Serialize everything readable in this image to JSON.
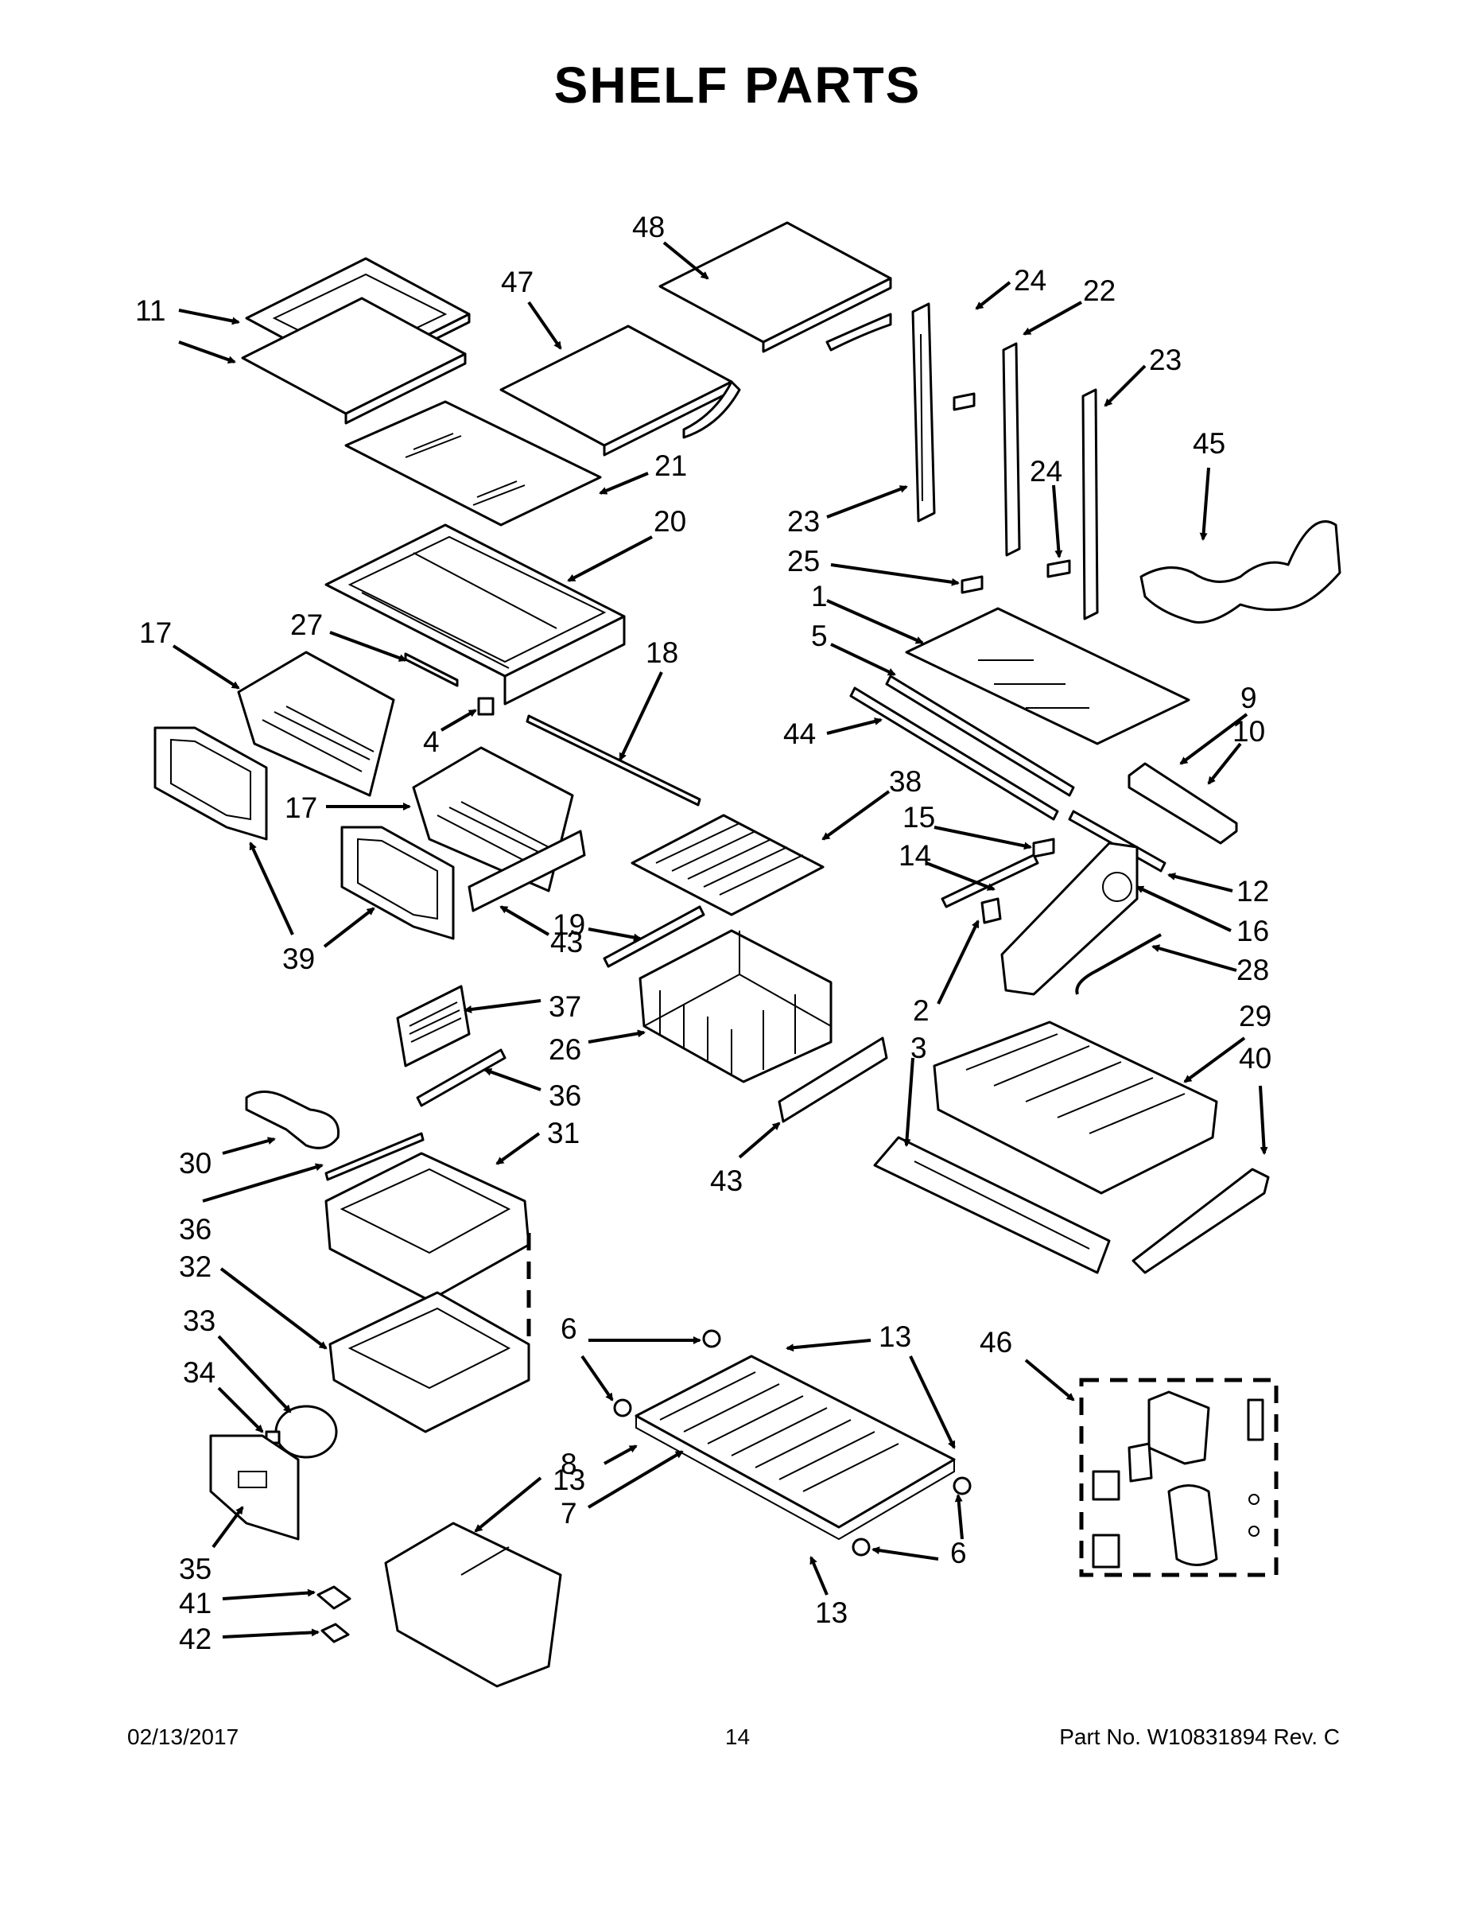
{
  "title": "SHELF PARTS",
  "callouts": {
    "c1": "1",
    "c2": "2",
    "c3": "3",
    "c4": "4",
    "c5": "5",
    "c6": "6",
    "c7": "7",
    "c8": "8",
    "c9": "9",
    "c10": "10",
    "c11": "11",
    "c12": "12",
    "c13": "13",
    "c14": "14",
    "c15": "15",
    "c16": "16",
    "c17": "17",
    "c18": "18",
    "c19": "19",
    "c20": "20",
    "c21": "21",
    "c22": "22",
    "c23": "23",
    "c24": "24",
    "c25": "25",
    "c26": "26",
    "c27": "27",
    "c28": "28",
    "c29": "29",
    "c30": "30",
    "c31": "31",
    "c32": "32",
    "c33": "33",
    "c34": "34",
    "c35": "35",
    "c36": "36",
    "c37": "37",
    "c38": "38",
    "c39": "39",
    "c40": "40",
    "c41": "41",
    "c42": "42",
    "c43": "43",
    "c44": "44",
    "c45": "45",
    "c46": "46",
    "c47": "47",
    "c48": "48"
  },
  "footer": {
    "date": "02/13/2017",
    "page": "14",
    "part_number": "Part No.  W10831894  Rev.  C"
  }
}
